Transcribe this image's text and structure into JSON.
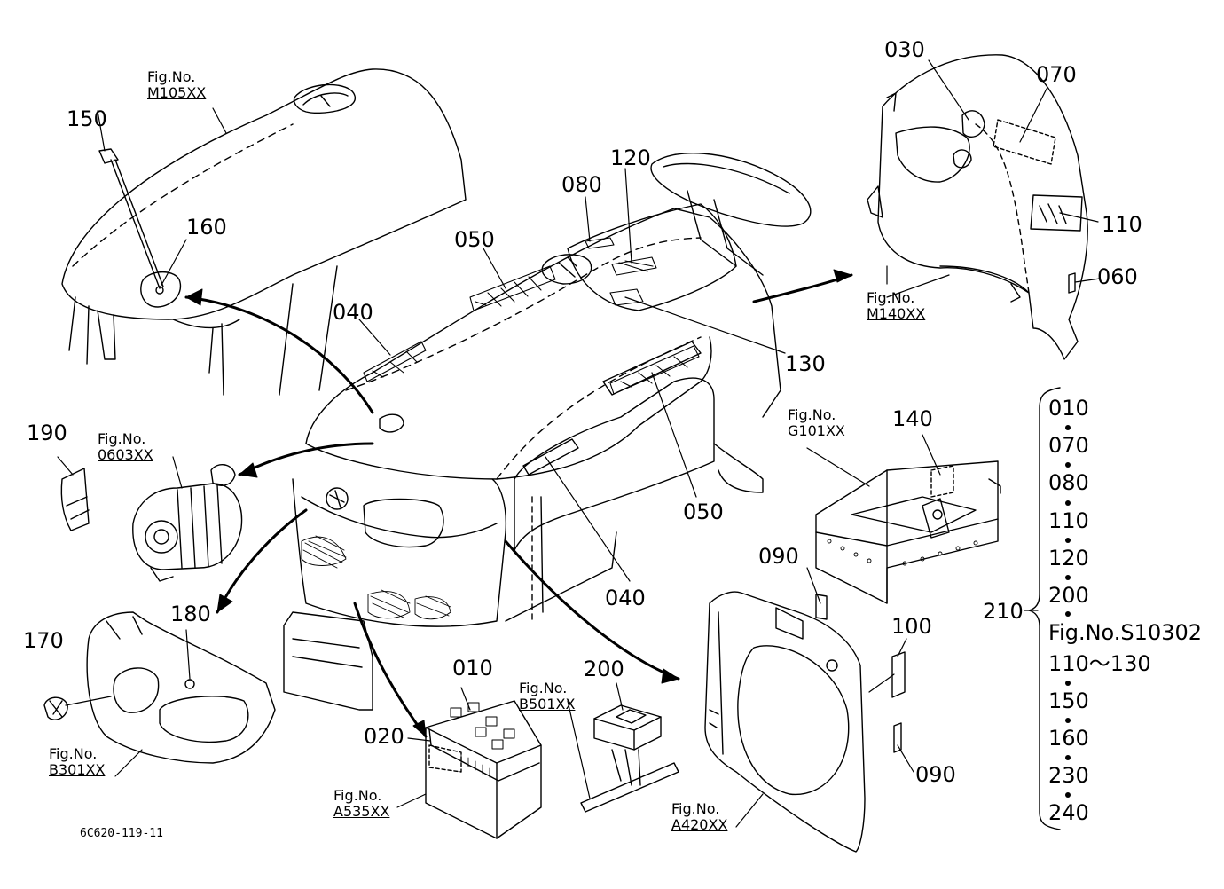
{
  "callouts": {
    "c150": "150",
    "c160": "160",
    "c190": "190",
    "c180": "180",
    "c170": "170",
    "c040a": "040",
    "c050a": "050",
    "c080": "080",
    "c120": "120",
    "c130": "130",
    "c050b": "050",
    "c040b": "040",
    "c030": "030",
    "c070": "070",
    "c110": "110",
    "c060": "060",
    "c140": "140",
    "c090a": "090",
    "c100": "100",
    "c090b": "090",
    "c010": "010",
    "c020": "020",
    "c200": "200",
    "c210": "210"
  },
  "figrefs": {
    "m105": {
      "prefix": "Fig.No.",
      "code": "M105XX"
    },
    "m140": {
      "prefix": "Fig.No.",
      "code": "M140XX"
    },
    "f0603": {
      "prefix": "Fig.No.",
      "code": "0603XX"
    },
    "g101": {
      "prefix": "Fig.No.",
      "code": "G101XX"
    },
    "b301": {
      "prefix": "Fig.No.",
      "code": "B301XX"
    },
    "b501": {
      "prefix": "Fig.No.",
      "code": "B501XX"
    },
    "a535": {
      "prefix": "Fig.No.",
      "code": "A535XX"
    },
    "a420": {
      "prefix": "Fig.No.",
      "code": "A420XX"
    }
  },
  "side_list": [
    "010",
    "070",
    "080",
    "110",
    "120",
    "200",
    "Fig.No.S10302",
    "110～130",
    "150",
    "160",
    "230",
    "240"
  ],
  "drawing_number": "6C620-119-11"
}
